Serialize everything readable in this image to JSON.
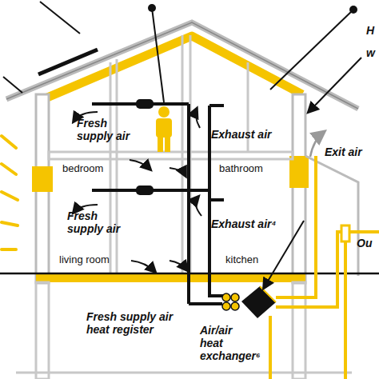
{
  "diagram": {
    "labels": [
      "H",
      "w",
      "Fresh supply air",
      "bedroom",
      "Exhaust air",
      "bathroom",
      "Exit air",
      "Fresh supply air",
      "living room",
      "Exhaust air⁴",
      "kitchen",
      "Ou",
      "Fresh supply air heat register",
      "Air/air heat exchanger⁶"
    ]
  }
}
